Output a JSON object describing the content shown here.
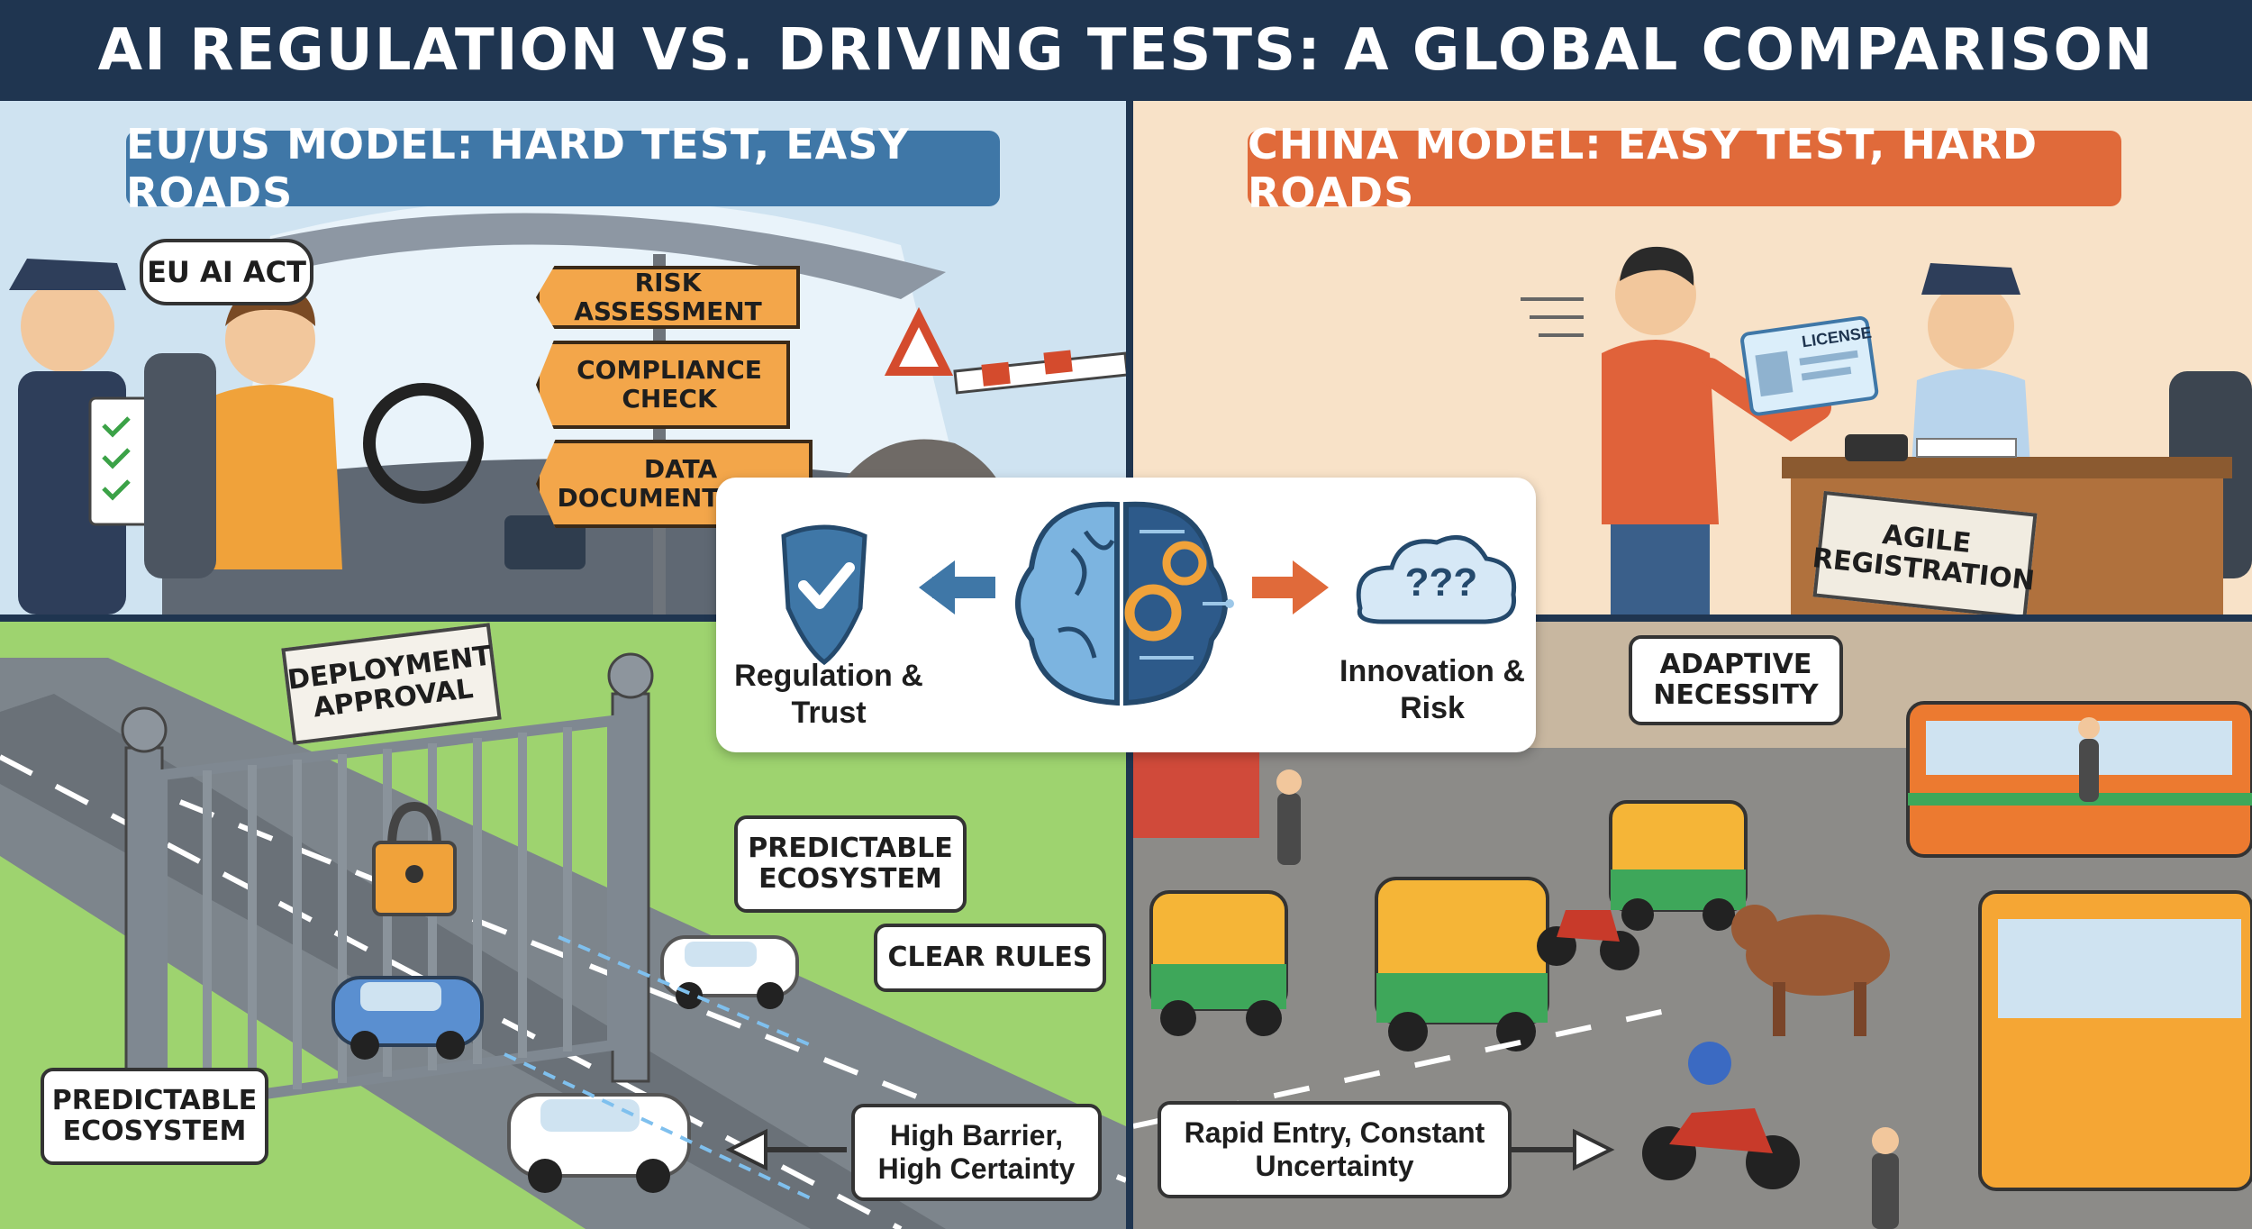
{
  "title": "AI REGULATION VS. DRIVING TESTS: A GLOBAL COMPARISON",
  "eu_us": {
    "header": "EU/US MODEL: HARD TEST, EASY ROADS",
    "speech": "EU AI ACT",
    "signs": [
      "RISK ASSESSMENT",
      "COMPLIANCE CHECK",
      "DATA DOCUMENTATION"
    ],
    "gate_label": "DEPLOYMENT APPROVAL",
    "callout_predictable_1": "PREDICTABLE ECOSYSTEM",
    "callout_clear_rules": "CLEAR RULES",
    "callout_predictable_2": "PREDICTABLE ECOSYSTEM",
    "arrow_label": "High Barrier, High Certainty"
  },
  "china": {
    "header": "CHINA MODEL: EASY TEST, HARD ROADS",
    "license_card": "LICENSE",
    "desk_label": "AGILE REGISTRATION",
    "callout_adaptive": "ADAPTIVE NECESSITY",
    "arrow_label": "Rapid Entry, Constant Uncertainty"
  },
  "center": {
    "left_label": "Regulation & Trust",
    "right_label": "Innovation & Risk",
    "cloud_text": "???"
  },
  "colors": {
    "banner": "#1f3550",
    "eu_accent": "#3f77a7",
    "china_accent": "#e06a3a",
    "sign_orange": "#f3a64a"
  }
}
